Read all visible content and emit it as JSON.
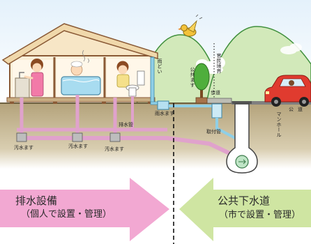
{
  "labels": {
    "rain_gutter": "雨どい",
    "boundary": "官民境界",
    "public_basin": "公共ます",
    "sidewalk": "歩道",
    "sewage_basins": [
      "汚水ます",
      "汚水ます",
      "汚水ます"
    ],
    "drain_pipe": "排水管",
    "rain_basin": "雨水ます",
    "connection_pipe": "取付管",
    "manhole": "マンホール",
    "road": "公道"
  },
  "private_section": {
    "title": "排水設備",
    "subtitle": "（個人で設置・管理）"
  },
  "public_section": {
    "title": "公共下水道",
    "subtitle": "（市で設置・管理）"
  },
  "colors": {
    "private_arrow": "#f2a8d2",
    "public_arrow": "#cfe5a2",
    "sewage_pipe": "#e0a2cc",
    "rain_pipe": "#8fcfe6",
    "hill": "#d2e9ba",
    "car": "#e03b2f",
    "tree": "#4fae3c"
  }
}
